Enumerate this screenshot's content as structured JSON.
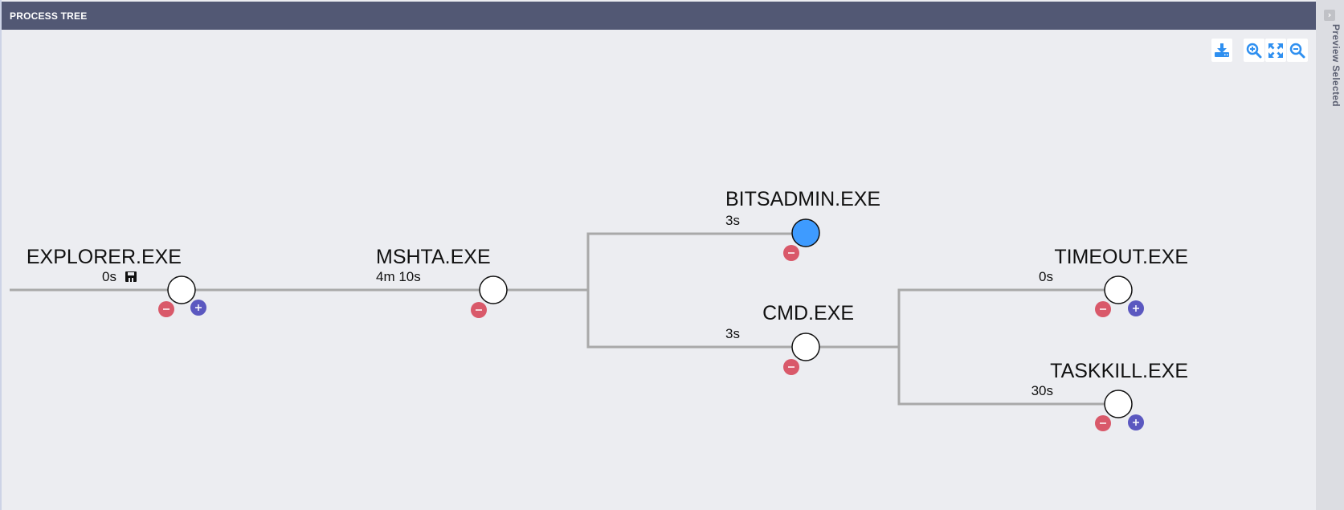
{
  "header": {
    "title": "PROCESS TREE"
  },
  "sidebar": {
    "label": "Preview Selected",
    "toggle_icon": "chevron-right-icon"
  },
  "toolbar": {
    "buttons": [
      {
        "name": "download",
        "icon": "download-icon",
        "color": "#2e8ff0"
      },
      {
        "name": "zoom-in",
        "icon": "zoom-in-icon",
        "color": "#2e8ff0"
      },
      {
        "name": "fit",
        "icon": "expand-icon",
        "color": "#2e8ff0"
      },
      {
        "name": "zoom-out",
        "icon": "zoom-out-icon",
        "color": "#2e8ff0"
      }
    ]
  },
  "colors": {
    "selected_node": "#3e9bff",
    "node": "#ffffff",
    "edge": "#a9a9a9",
    "collapse_badge": "#d9596a",
    "expand_badge": "#5b58c0"
  },
  "tree": {
    "nodes": [
      {
        "id": "explorer",
        "name": "EXPLORER.EXE",
        "duration": "0s",
        "has_save_icon": true,
        "selected": false,
        "collapse": true,
        "expand": true
      },
      {
        "id": "mshta",
        "name": "MSHTA.EXE",
        "duration": "4m 10s",
        "has_save_icon": false,
        "selected": false,
        "collapse": true,
        "expand": false
      },
      {
        "id": "bitsadmin",
        "name": "BITSADMIN.EXE",
        "duration": "3s",
        "has_save_icon": false,
        "selected": true,
        "collapse": true,
        "expand": false
      },
      {
        "id": "cmd",
        "name": "CMD.EXE",
        "duration": "3s",
        "has_save_icon": false,
        "selected": false,
        "collapse": true,
        "expand": false
      },
      {
        "id": "timeout",
        "name": "TIMEOUT.EXE",
        "duration": "0s",
        "has_save_icon": false,
        "selected": false,
        "collapse": true,
        "expand": true
      },
      {
        "id": "taskkill",
        "name": "TASKKILL.EXE",
        "duration": "30s",
        "has_save_icon": false,
        "selected": false,
        "collapse": true,
        "expand": true
      }
    ],
    "edges": [
      {
        "from": "root",
        "to": "explorer"
      },
      {
        "from": "explorer",
        "to": "mshta"
      },
      {
        "from": "mshta",
        "to": "bitsadmin"
      },
      {
        "from": "mshta",
        "to": "cmd"
      },
      {
        "from": "cmd",
        "to": "timeout"
      },
      {
        "from": "cmd",
        "to": "taskkill"
      }
    ]
  }
}
